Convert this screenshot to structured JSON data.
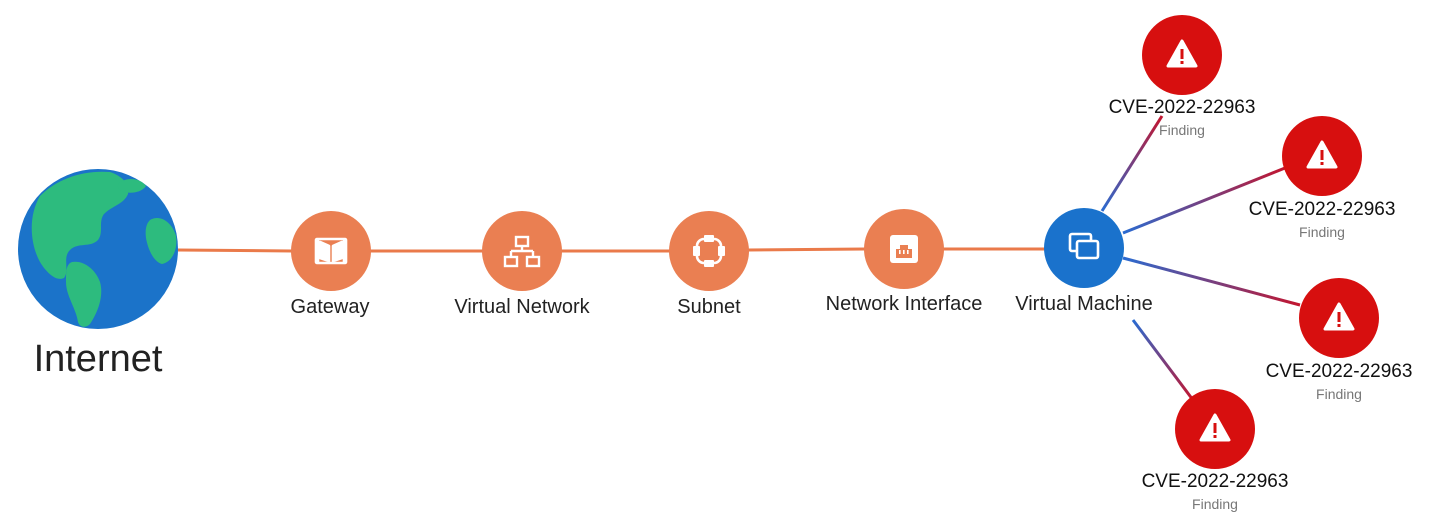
{
  "diagram": {
    "internet": {
      "label": "Internet",
      "icon": "globe-icon"
    },
    "nodes": [
      {
        "label": "Gateway",
        "icon": "gateway-icon"
      },
      {
        "label": "Virtual Network",
        "icon": "network-topology-icon"
      },
      {
        "label": "Subnet",
        "icon": "subnet-icon"
      },
      {
        "label": "Network Interface",
        "icon": "ethernet-port-icon"
      },
      {
        "label": "Virtual Machine",
        "icon": "virtual-machine-icon"
      }
    ],
    "findings": [
      {
        "title": "CVE-2022-22963",
        "subtitle": "Finding",
        "icon": "warning-icon"
      },
      {
        "title": "CVE-2022-22963",
        "subtitle": "Finding",
        "icon": "warning-icon"
      },
      {
        "title": "CVE-2022-22963",
        "subtitle": "Finding",
        "icon": "warning-icon"
      },
      {
        "title": "CVE-2022-22963",
        "subtitle": "Finding",
        "icon": "warning-icon"
      }
    ],
    "colors": {
      "path_edge": "#ea7a4a",
      "resource_node": "#ea7f52",
      "vm_node": "#1a72cc",
      "finding_node": "#d70f0f",
      "finding_edge_start": "#2a6bd1",
      "finding_edge_end": "#c3152f",
      "globe_ocean": "#1b73c9",
      "globe_land": "#2dbb7e"
    }
  }
}
